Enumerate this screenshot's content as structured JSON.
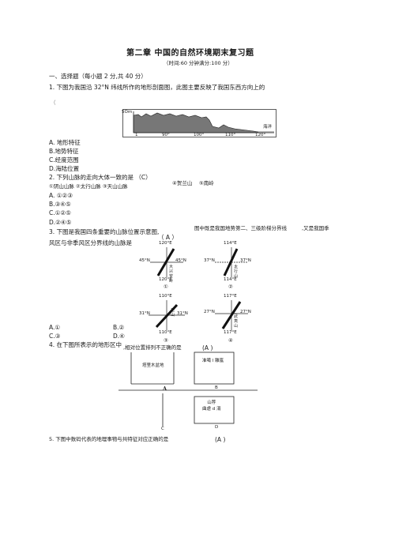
{
  "header": {
    "title": "第二章 中国的自然环境期末复习题",
    "subtitle": "（时间:60 分钟满分:100 分）"
  },
  "section1": {
    "heading": "一、选择题（每小题 2 分,共 40 分）"
  },
  "q1": {
    "stem": "1. 下图为我国沿 32°N 纬线所作的地形剖面图，此图主要反映了我国东西方向上的",
    "paren": "（",
    "profile": {
      "y_label": "5Om",
      "right_label": "海洋",
      "x_ticks": [
        "90°",
        "100°",
        "110°",
        "120°"
      ],
      "left_tick": "1"
    },
    "options": [
      "A. 地形特征",
      "B.地势特征",
      "C.经度范围",
      "D.海陆位置"
    ]
  },
  "q2": {
    "stem": "2. 下列山脉的走向大体一致的是 （C）",
    "items_left": "①阴山山脉 ②太行山脉 ③天山山脉",
    "items_right": "④贺兰山　 ⑤南岭",
    "options": [
      "A. ①②③",
      "B.③④⑤",
      "C.①②⑤",
      "D.②④⑤"
    ]
  },
  "q3": {
    "stem_a": "3. 下图是我国四条重要的山脉位置示意图,",
    "stem_b": "图中既是我国地势第二、三级阶梯分界线",
    "stem_c": ",又是我国季",
    "stem_line2": "风区与非季风区分界线的山脉是",
    "answer": "（ A ）",
    "panels": [
      {
        "top": "120°E",
        "bottom": "120°E",
        "left": "45°N",
        "right": "45°N",
        "chars": "大兴安岭",
        "num": "①"
      },
      {
        "top": "114°E",
        "bottom": "114°E",
        "left": "37°N",
        "right": "37°N",
        "chars": "太行山",
        "num": "②"
      },
      {
        "top": "110°E",
        "bottom": "110°E",
        "left": "31°N",
        "right": "31°N",
        "chars": "巫山",
        "num": "③"
      },
      {
        "top": "117°E",
        "bottom": "117°E",
        "left": "27°N",
        "right": "27°N",
        "chars": "武夷山",
        "num": "④"
      }
    ],
    "options": [
      "A.①",
      "B.②",
      "C.③",
      "D.④"
    ]
  },
  "q4": {
    "stem_a": "4. 在下图所表示的地形区中",
    "stem_b": ",相对位置排列不正确的是",
    "answer": "(A )",
    "boxes": [
      {
        "label": "A",
        "text": "塔里木盆地"
      },
      {
        "label": "B",
        "text": "准噶 l 雕嵐"
      },
      {
        "label": "C",
        "text": ""
      },
      {
        "label": "D",
        "text": "山荐\n曲虐 d 涓"
      }
    ]
  },
  "q5": {
    "stem": "5. 下图中数码代表的地理事物与共特征对应正确的是",
    "answer": "(A )"
  }
}
